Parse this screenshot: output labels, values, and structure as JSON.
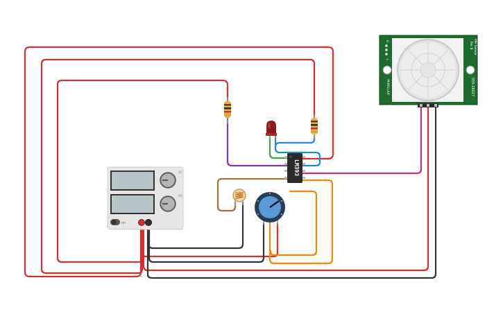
{
  "circuit": {
    "ic": {
      "label": "LM393"
    },
    "pir_sensor": {
      "brand": "PARALLAX",
      "part_number": "555-28027",
      "title_line1": "PIR Sensor",
      "title_line2": "Rev B",
      "pin_marks": [
        "H",
        "L"
      ]
    },
    "power_supply": {
      "switch_label": "on",
      "knob_labels": [
        "CC",
        "CV"
      ]
    }
  }
}
